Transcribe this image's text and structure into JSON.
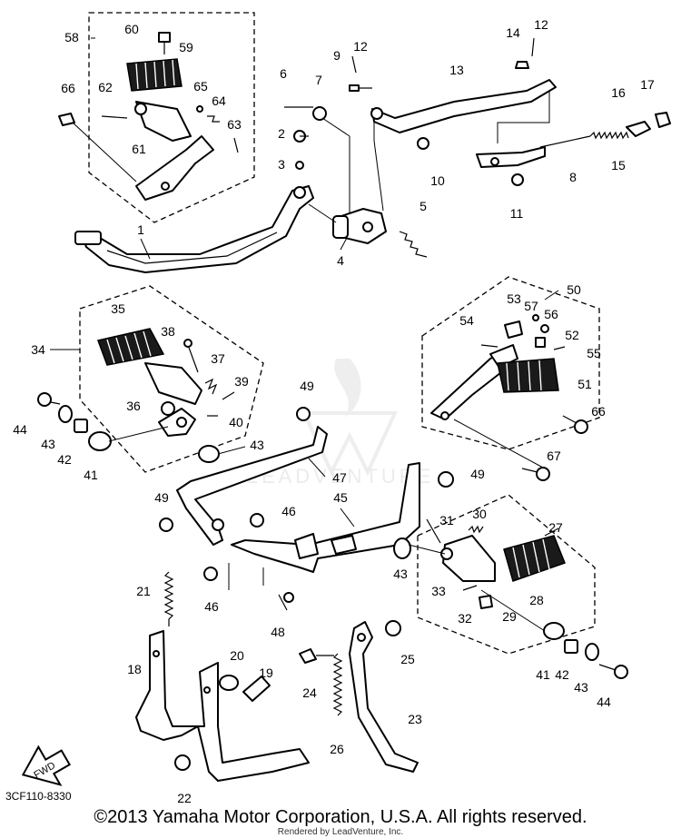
{
  "diagram": {
    "part_code": "3CF110-8330",
    "fwd_label": "FWD",
    "watermark": "LEADVENTURE",
    "copyright": "©2013 Yamaha Motor Corporation, U.S.A. All rights reserved.",
    "rendered_by": "Rendered by LeadVenture, Inc.",
    "callouts": [
      "1",
      "2",
      "3",
      "4",
      "5",
      "6",
      "7",
      "8",
      "9",
      "10",
      "11",
      "12",
      "12",
      "13",
      "14",
      "15",
      "16",
      "17",
      "18",
      "19",
      "20",
      "21",
      "22",
      "23",
      "24",
      "25",
      "26",
      "27",
      "28",
      "29",
      "30",
      "31",
      "32",
      "33",
      "34",
      "35",
      "36",
      "37",
      "38",
      "39",
      "40",
      "41",
      "41",
      "42",
      "42",
      "43",
      "43",
      "43",
      "43",
      "44",
      "44",
      "45",
      "46",
      "46",
      "47",
      "48",
      "49",
      "49",
      "49",
      "50",
      "51",
      "52",
      "53",
      "54",
      "55",
      "56",
      "57",
      "58",
      "59",
      "60",
      "61",
      "62",
      "63",
      "64",
      "65",
      "66",
      "66",
      "67"
    ]
  }
}
